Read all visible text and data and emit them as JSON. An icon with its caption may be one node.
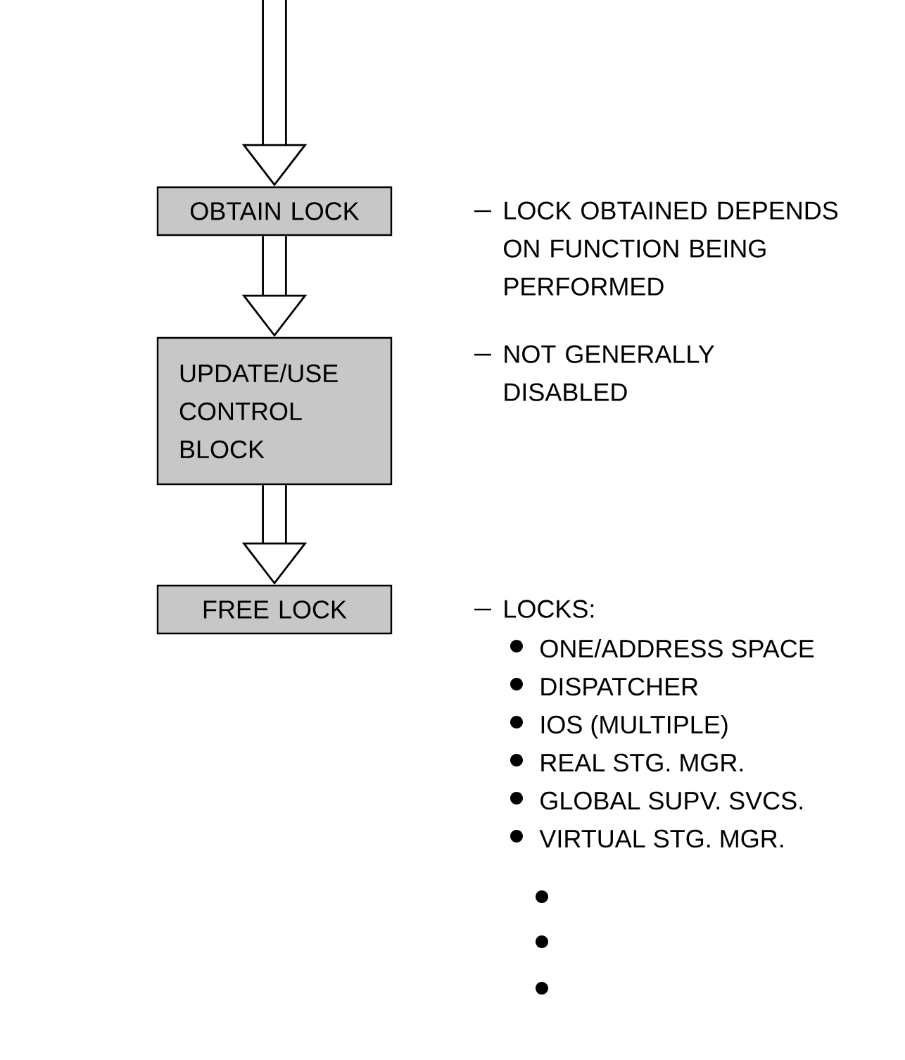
{
  "diagram": {
    "nodes": [
      {
        "text": [
          "OBTAIN LOCK"
        ]
      },
      {
        "text": [
          "UPDATE/USE CONTROL BLOCK"
        ]
      },
      {
        "text": [
          "FREE LOCK"
        ]
      }
    ],
    "edges": [
      {
        "from": null,
        "to": 0,
        "arrow": "to"
      },
      {
        "from": 0,
        "to": 1,
        "arrow": "to"
      },
      {
        "from": 1,
        "to": 2,
        "arrow": "to"
      }
    ],
    "labels": [
      "LOCK OBTAINED DEPENDS ON FUNCTION BEING PERFORMED",
      "NOT GENERALLY DISABLED",
      "LOCKS:",
      "ONE/ADDRESS SPACE",
      "DISPATCHER",
      "IOS (MULTIPLE)",
      "REAL STG. MGR.",
      "GLOBAL SUPV. SVCS.",
      "VIRTUAL STG. MGR."
    ]
  }
}
